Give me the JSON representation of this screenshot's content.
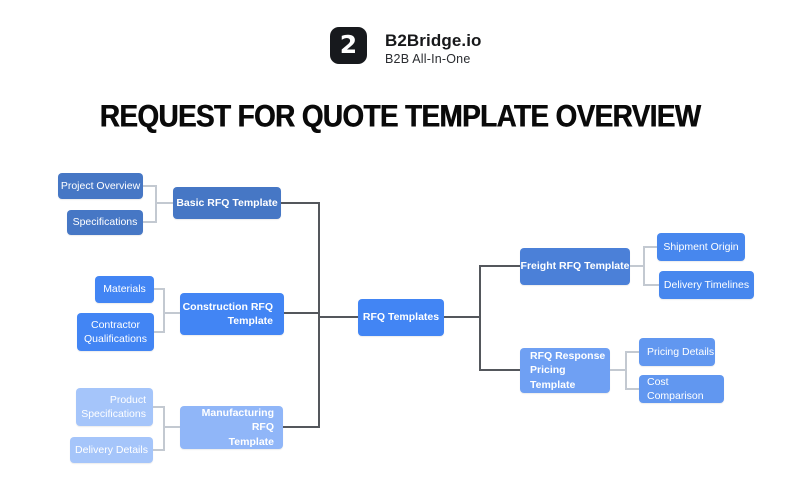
{
  "header": {
    "logo_glyph": "2",
    "brand": "B2Bridge.io",
    "tagline": "B2B All-In-One"
  },
  "title": "REQUEST FOR QUOTE TEMPLATE OVERVIEW",
  "colors": {
    "box_muted": "#4677c5",
    "box_bright": "#4285f4",
    "box_light": "#a5c5fa",
    "box_light_deep": "#90b6f8",
    "box_freight": "#4b80d8",
    "box_right_child": "#4787ee",
    "box_soft": "#6fa0f3",
    "box_soft_child": "#6197f0",
    "line_trunk": "#54575c",
    "line_bracket": "#c3c9d1"
  },
  "diagram": {
    "nodes": {
      "project_overview": {
        "label": "Project Overview"
      },
      "specifications": {
        "label": "Specifications"
      },
      "basic_rfq": {
        "label": "Basic RFQ Template"
      },
      "materials": {
        "label": "Materials"
      },
      "contractor_qualifications": {
        "label": "Contractor\nQualifications"
      },
      "construction_rfq": {
        "label": "Construction RFQ\nTemplate"
      },
      "product_specifications": {
        "label": "Product\nSpecifications"
      },
      "delivery_details": {
        "label": "Delivery Details"
      },
      "manufacturing_rfq": {
        "label": "Manufacturing RFQ\nTemplate"
      },
      "rfq_templates": {
        "label": "RFQ Templates"
      },
      "freight_rfq": {
        "label": "Freight RFQ Template"
      },
      "shipment_origin": {
        "label": "Shipment Origin"
      },
      "delivery_timelines": {
        "label": "Delivery Timelines"
      },
      "rfq_response_pricing": {
        "label": "RFQ Response\nPricing Template"
      },
      "pricing_details": {
        "label": "Pricing Details"
      },
      "cost_comparison": {
        "label": "Cost Comparison"
      }
    }
  }
}
